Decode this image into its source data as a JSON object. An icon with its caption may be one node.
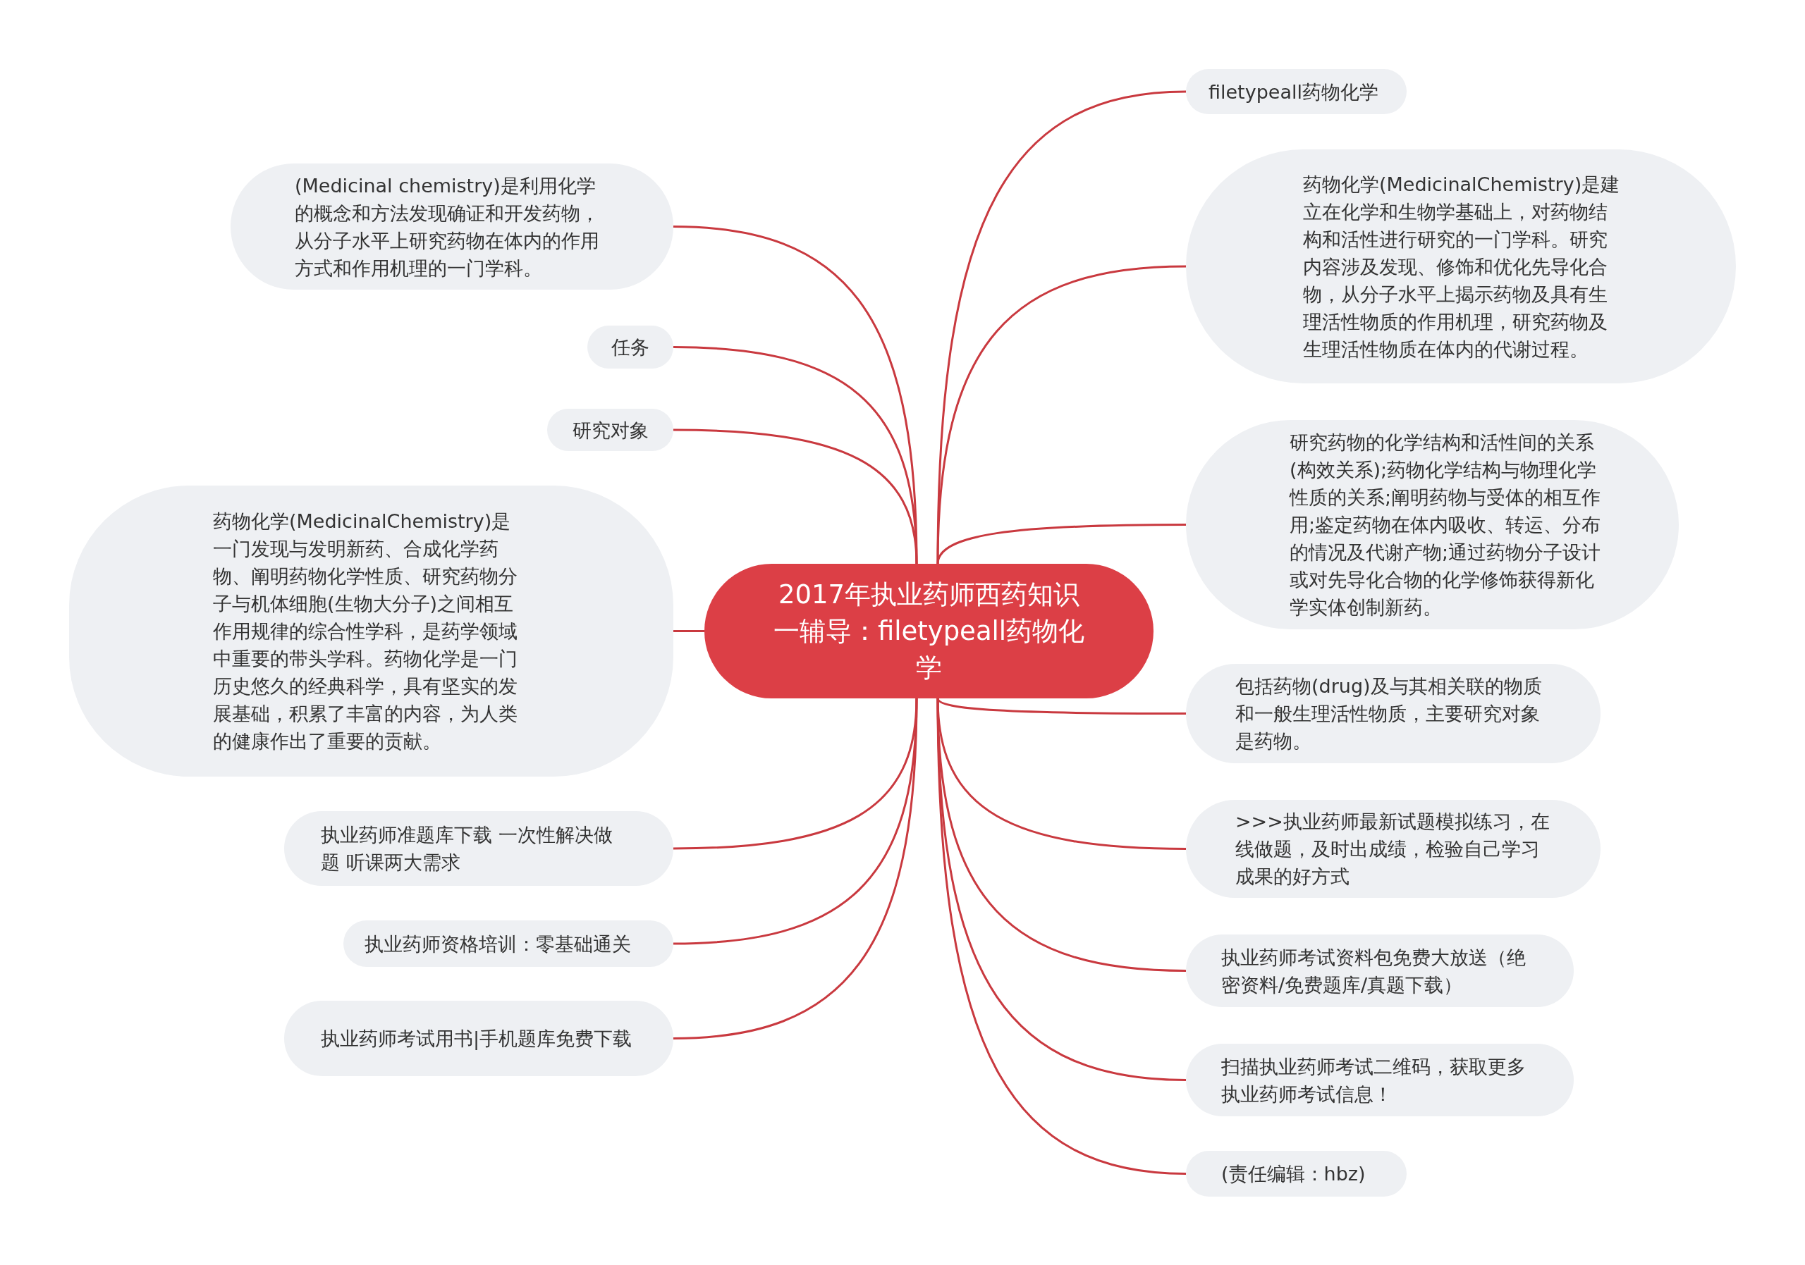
{
  "diagram": {
    "nodes": [
      {
        "text": [
          "2017年执业药师西药知识一辅导：filetypeall药物化学"
        ]
      },
      {
        "text": [
          "filetypeall药物化学"
        ]
      },
      {
        "text": [
          "药物化学(MedicinalChemistry)是建立在化学和生物学基础上，对药物结构和活性进行研究的一门学科。研究内容涉及发现、修饰和优化先导化合物，从分子水平上揭示药物及具有生理活性物质的作用机理，研究药物及生理活性物质在体内的代谢过程。"
        ]
      },
      {
        "text": [
          "研究药物的化学结构和活性间的关系(构效关系);药物化学结构与物理化学性质的关系;阐明药物与受体的相互作用;鉴定药物在体内吸收、转运、分布的情况及代谢产物;通过药物分子设计或对先导化合物的化学修饰获得新化学实体创制新药。"
        ]
      },
      {
        "text": [
          "包括药物(drug)及与其相关联的物质和一般生理活性物质，主要研究对象是药物。"
        ]
      },
      {
        "text": [
          ">>>执业药师最新试题模拟练习，在线做题，及时出成绩，检验自己学习成果的好方式"
        ]
      },
      {
        "text": [
          "执业药师考试资料包免费大放送（绝密资料/免费题库/真题下载）"
        ]
      },
      {
        "text": [
          "扫描执业药师考试二维码，获取更多执业药师考试信息！"
        ]
      },
      {
        "text": [
          "(责任编辑：hbz)"
        ]
      },
      {
        "text": [
          "(Medicinal chemistry)是利用化学的概念和方法发现确证和开发药物，从分子水平上研究药物在体内的作用方式和作用机理的一门学科。"
        ]
      },
      {
        "text": [
          "任务"
        ]
      },
      {
        "text": [
          "研究对象"
        ]
      },
      {
        "text": [
          "药物化学(MedicinalChemistry)是一门发现与发明新药、合成化学药物、阐明药物化学性质、研究药物分子与机体细胞(生物大分子)之间相互作用规律的综合性学科，是药学领域中重要的带头学科。药物化学是一门历史悠久的经典科学，具有坚实的发展基础，积累了丰富的内容，为人类的健康作出了重要的贡献。"
        ]
      },
      {
        "text": [
          "执业药师准题库下载 一次性解决做题 听课两大需求"
        ]
      },
      {
        "text": [
          "执业药师资格培训：零基础通关"
        ]
      },
      {
        "text": [
          "执业药师考试用书|手机题库免费下载"
        ]
      }
    ],
    "edges": [
      {
        "from": 0,
        "to": 1,
        "arrow": "none"
      },
      {
        "from": 0,
        "to": 2,
        "arrow": "none"
      },
      {
        "from": 0,
        "to": 3,
        "arrow": "none"
      },
      {
        "from": 0,
        "to": 4,
        "arrow": "none"
      },
      {
        "from": 0,
        "to": 5,
        "arrow": "none"
      },
      {
        "from": 0,
        "to": 6,
        "arrow": "none"
      },
      {
        "from": 0,
        "to": 7,
        "arrow": "none"
      },
      {
        "from": 0,
        "to": 8,
        "arrow": "none"
      },
      {
        "from": 0,
        "to": 9,
        "arrow": "none"
      },
      {
        "from": 0,
        "to": 10,
        "arrow": "none"
      },
      {
        "from": 0,
        "to": 11,
        "arrow": "none"
      },
      {
        "from": 0,
        "to": 12,
        "arrow": "none"
      },
      {
        "from": 0,
        "to": 13,
        "arrow": "none"
      },
      {
        "from": 0,
        "to": 14,
        "arrow": "none"
      },
      {
        "from": 0,
        "to": 15,
        "arrow": "none"
      }
    ]
  }
}
